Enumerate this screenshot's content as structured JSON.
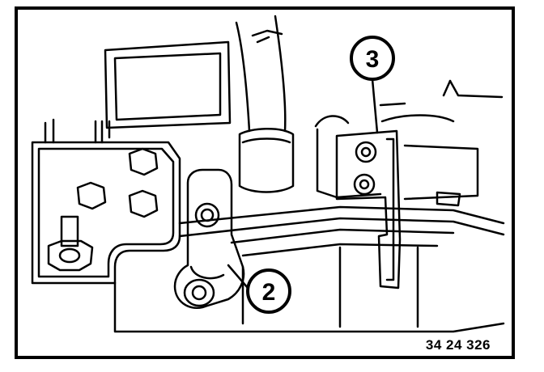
{
  "diagram": {
    "callouts": [
      {
        "id": "3",
        "label": "3"
      },
      {
        "id": "2",
        "label": "2"
      }
    ],
    "figure_number": "34 24 326"
  },
  "colors": {
    "line": "#000000",
    "background": "#ffffff"
  }
}
